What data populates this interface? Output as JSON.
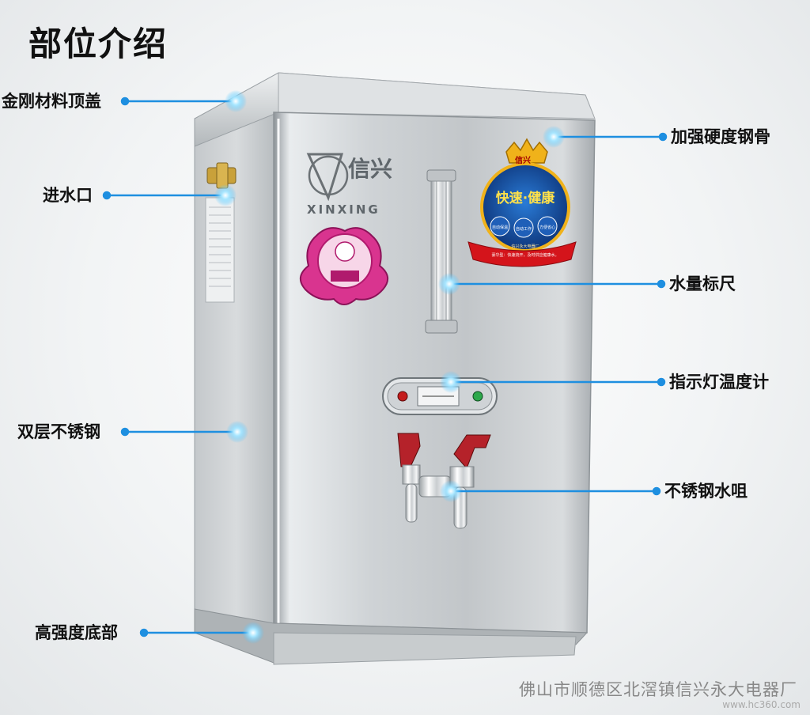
{
  "title": "部位介绍",
  "brand": {
    "logo_chinese": "信兴",
    "logo_latin": "XINXING"
  },
  "badge": {
    "logo": "信兴",
    "banner": "快速·健康",
    "items": [
      "自动保温",
      "自动工作",
      "方便省心"
    ],
    "ribbon": "信兴永大电器厂",
    "subtext": "豪华型：快速烧开，及时供应健康水。"
  },
  "callouts": [
    {
      "label": "金刚材料顶盖"
    },
    {
      "label": "加强硬度钢骨"
    },
    {
      "label": "进水口"
    },
    {
      "label": "水量标尺"
    },
    {
      "label": "指示灯温度计"
    },
    {
      "label": "双层不锈钢"
    },
    {
      "label": "不锈钢水咀"
    },
    {
      "label": "高强度底部"
    }
  ],
  "footer": {
    "company": "佛山市顺德区北滘镇信兴永大电器厂",
    "url": "www.hc360.com"
  },
  "colors": {
    "callout_line": "#1e8fe0",
    "dot_glow": "#8fdcff",
    "steel": "#b9bec2"
  }
}
